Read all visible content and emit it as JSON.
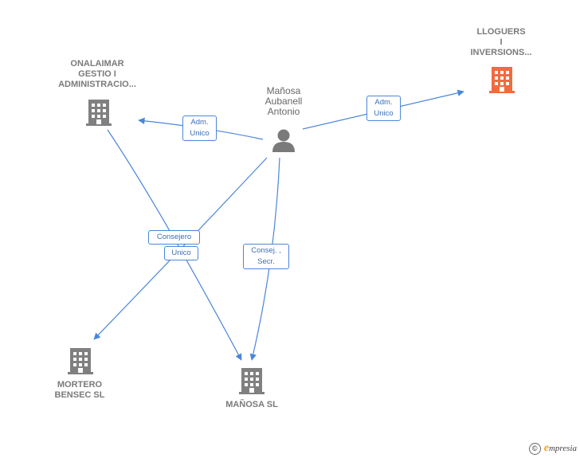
{
  "person": {
    "name": "Mañosa\nAubanell\nAntonio"
  },
  "companies": {
    "lloguers": {
      "name": "LLOGUERS\nI\nINVERSIONS...",
      "color": "#f26a3f"
    },
    "onalaimar": {
      "name": "ONALAIMAR\nGESTIO I\nADMINISTRACIO...",
      "color": "#808080"
    },
    "mortero": {
      "name": "MORTERO\nBENSEC  SL",
      "color": "#808080"
    },
    "manosa": {
      "name": "MAÑOSA SL",
      "color": "#808080"
    }
  },
  "edges": {
    "to_lloguers": "Adm.\nUnico",
    "to_onalaimar": "Adm.\nUnico",
    "to_manosa_consejero": "Consejero",
    "to_mortero_unico": "Unico",
    "to_manosa_consej": "Consej. ,\nSecr."
  },
  "colors": {
    "edge": "#4a86d8",
    "icon_gray": "#808080",
    "icon_orange": "#f26a3f"
  },
  "footer": {
    "copyright": "©",
    "brand_initial": "e",
    "brand_rest": "mpresia"
  }
}
